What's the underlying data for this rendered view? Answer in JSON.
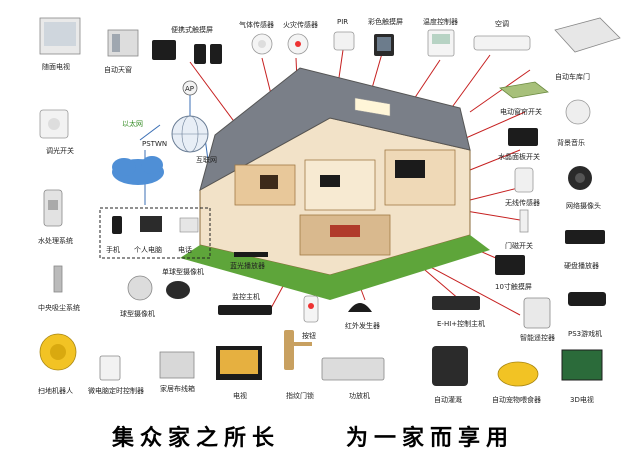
{
  "devices": {
    "wall_tv": "随面电视",
    "auto_curtain": "自动天窗",
    "portable_touchscreen": "便携式触摸屏",
    "gas_sensor": "气体传感器",
    "fire_sensor": "火灾传感器",
    "pir": "PIR",
    "color_touchscreen": "彩色触摸屏",
    "temp_controller": "温度控制器",
    "air_conditioner": "空调",
    "auto_garage": "自动车库门",
    "dimmer_switch": "调光开关",
    "motorized_curtain_switch": "电动窗帘开关",
    "background_music": "背景音乐",
    "lcd_tv_switch": "水晶面板开关",
    "network_camera": "网络摄像头",
    "water_treatment": "水处理系统",
    "wireless_sensor": "无线传感器",
    "door_window_switch": "门磁开关",
    "bluray_player": "蓝光播放器",
    "hdd_player": "硬盘播放器",
    "central_vacuum": "中央吸尘系统",
    "ptz_camera": "单球型摄像机",
    "dome_camera": "球型摄像机",
    "monitor_host": "监控主机",
    "touchscreen_10": "10寸触摸屏",
    "ps3": "PS3游戏机",
    "panic_button": "按钮",
    "ir_transmitter": "红外发生器",
    "e_hi_host": "E-HI+控制主机",
    "smart_remote": "智能遥控器",
    "sweeping_robot": "扫地机器人",
    "microwave_timer": "微电脑定时控制器",
    "home_media_box": "家居布线箱",
    "tv": "电视",
    "fingerprint_lock": "指纹门锁",
    "amplifier": "功放机",
    "auto_irrigation": "自动灌溉",
    "auto_pet_feeder": "自动宠物喂食器",
    "tv_3d": "3D电视"
  },
  "network": {
    "ap": "AP",
    "pstwn": "PSTWN",
    "wireless_label": "以太网",
    "internet": "互联网",
    "phone": "手机",
    "pc": "个人电脑",
    "telephone": "电话"
  },
  "slogan": {
    "left": "集众家之所长",
    "right": "为一家而享用"
  }
}
